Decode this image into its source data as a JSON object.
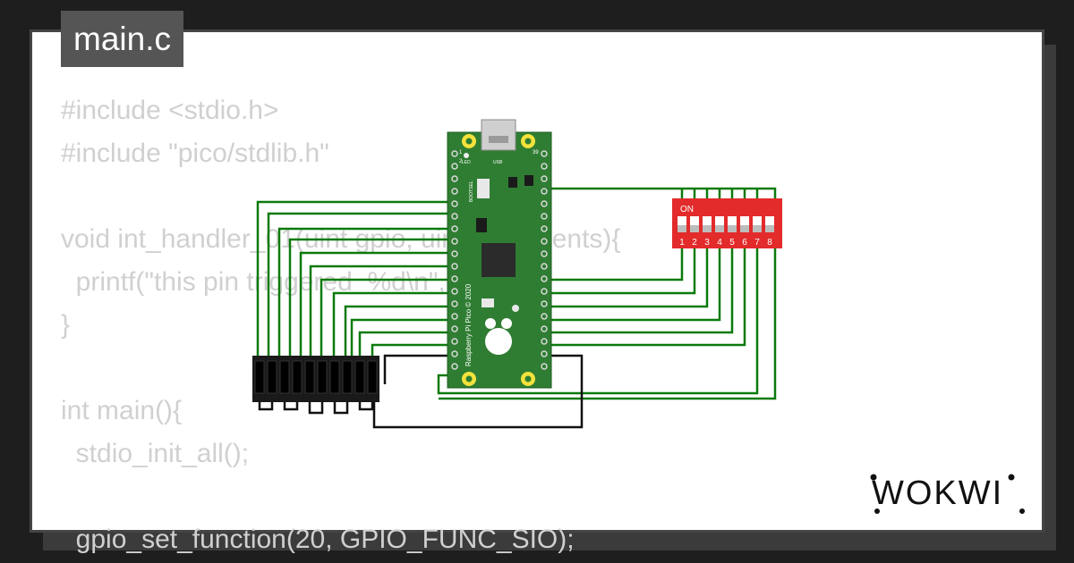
{
  "tab": {
    "label": "main.c"
  },
  "code_lines": [
    "#include <stdio.h>",
    "#include \"pico/stdlib.h\"",
    "",
    "void int_handler_01(uint gpio, uint32_t events){",
    "  printf(\"this pin triggered  %d\\n\", gpio);",
    "}",
    "",
    "int main(){",
    "  stdio_init_all();",
    "",
    "  gpio_set_function(20, GPIO_FUNC_SIO);"
  ],
  "board": {
    "label": "Raspberry Pi Pico © 2020",
    "usb_label": "USB",
    "led_label": "LED",
    "bootsel_label": "BOOTSEL",
    "pin_1": "1",
    "pin_2": "2",
    "pin_39": "39"
  },
  "dip_switch": {
    "on_label": "ON",
    "numbers": [
      "1",
      "2",
      "3",
      "4",
      "5",
      "6",
      "7",
      "8"
    ],
    "color": "#e32b2b"
  },
  "brand": {
    "name": "WOKWI"
  },
  "colors": {
    "wire_green": "#0b7a0b",
    "wire_black": "#111111",
    "board_green": "#2f7d32"
  }
}
